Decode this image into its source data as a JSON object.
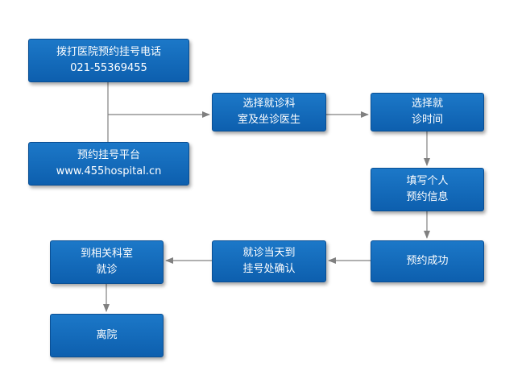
{
  "nodes": {
    "call": {
      "line1": "拨打医院预约挂号电话",
      "line2": "021-55369455"
    },
    "platform": {
      "line1": "预约挂号平台",
      "line2": "www.455hospital.cn"
    },
    "dept": {
      "line1": "选择就诊科",
      "line2": "室及坐诊医生"
    },
    "time": {
      "line1": "选择就",
      "line2": "诊时间"
    },
    "fill": {
      "line1": "填写个人",
      "line2": "预约信息"
    },
    "success": {
      "line1": "预约成功"
    },
    "confirm": {
      "line1": "就诊当天到",
      "line2": "挂号处确认"
    },
    "visit": {
      "line1": "到相关科室",
      "line2": "就诊"
    },
    "leave": {
      "line1": "离院"
    }
  },
  "colors": {
    "node_fill": "#1167b8",
    "node_border": "#0a4f94",
    "connector": "#808080",
    "text": "#ffffff"
  }
}
